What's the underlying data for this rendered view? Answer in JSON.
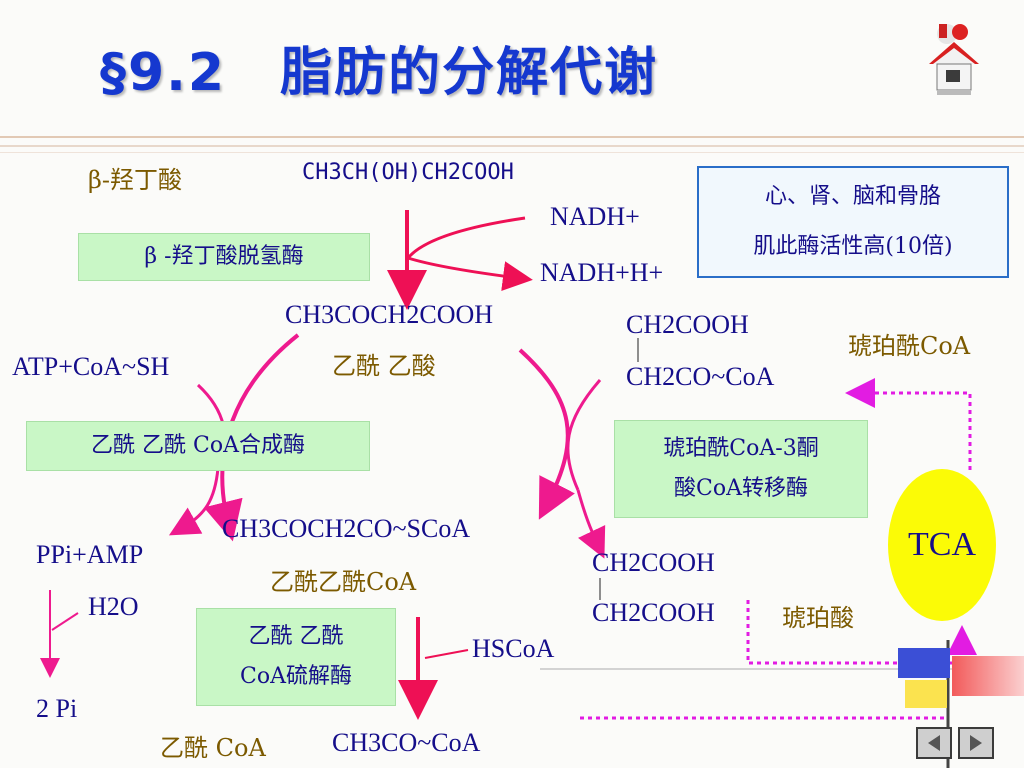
{
  "title": "§9.2　脂肪的分解代谢",
  "beta_hydroxybutyrate": {
    "name": "β-羟丁酸",
    "formula": "CH3CH(OH)CH2COOH"
  },
  "enzyme_dehydrogenase": "β -羟丁酸脱氢酶",
  "nadh_plus": "NADH+",
  "nadh_h": "NADH+H+",
  "acetoacetate": {
    "formula": "CH3COCH2COOH",
    "name": "乙酰 乙酸"
  },
  "succinyl_coa": {
    "formula_top": "CH2COOH",
    "formula_bottom": "CH2CO~CoA",
    "name": "琥珀酰CoA"
  },
  "info_box": {
    "line1": "心、肾、脑和骨胳",
    "line2": "肌此酶活性高(10倍)"
  },
  "atp_coa": "ATP+CoA~SH",
  "enzyme_synthase": "乙酰 乙酰 CoA合成酶",
  "enzyme_transferase": {
    "line1": "琥珀酰CoA-3酮",
    "line2": "酸CoA转移酶"
  },
  "acetoacetyl_coa": {
    "formula": "CH3COCH2CO~SCoA",
    "name": "乙酰乙酰CoA"
  },
  "ppi_amp": "PPi+AMP",
  "h2o": "H2O",
  "two_pi": "2 Pi",
  "succinate": {
    "formula_top": "CH2COOH",
    "formula_bottom": "CH2COOH",
    "name": "琥珀酸"
  },
  "tca": "TCA",
  "enzyme_thiolase": {
    "line1": "乙酰 乙酰",
    "line2": "CoA硫解酶"
  },
  "hscoa": "HSCoA",
  "acetyl_coa": {
    "name": "乙酰 CoA",
    "formula": "CH3CO~CoA"
  },
  "colors": {
    "title": "#1538cf",
    "text": "#150e8a",
    "name": "#7c5a00",
    "arrow_red": "#ee1055",
    "arrow_pink": "#ee1a8e",
    "box_green": "#c9f7c6",
    "tca": "#fbfb06"
  }
}
